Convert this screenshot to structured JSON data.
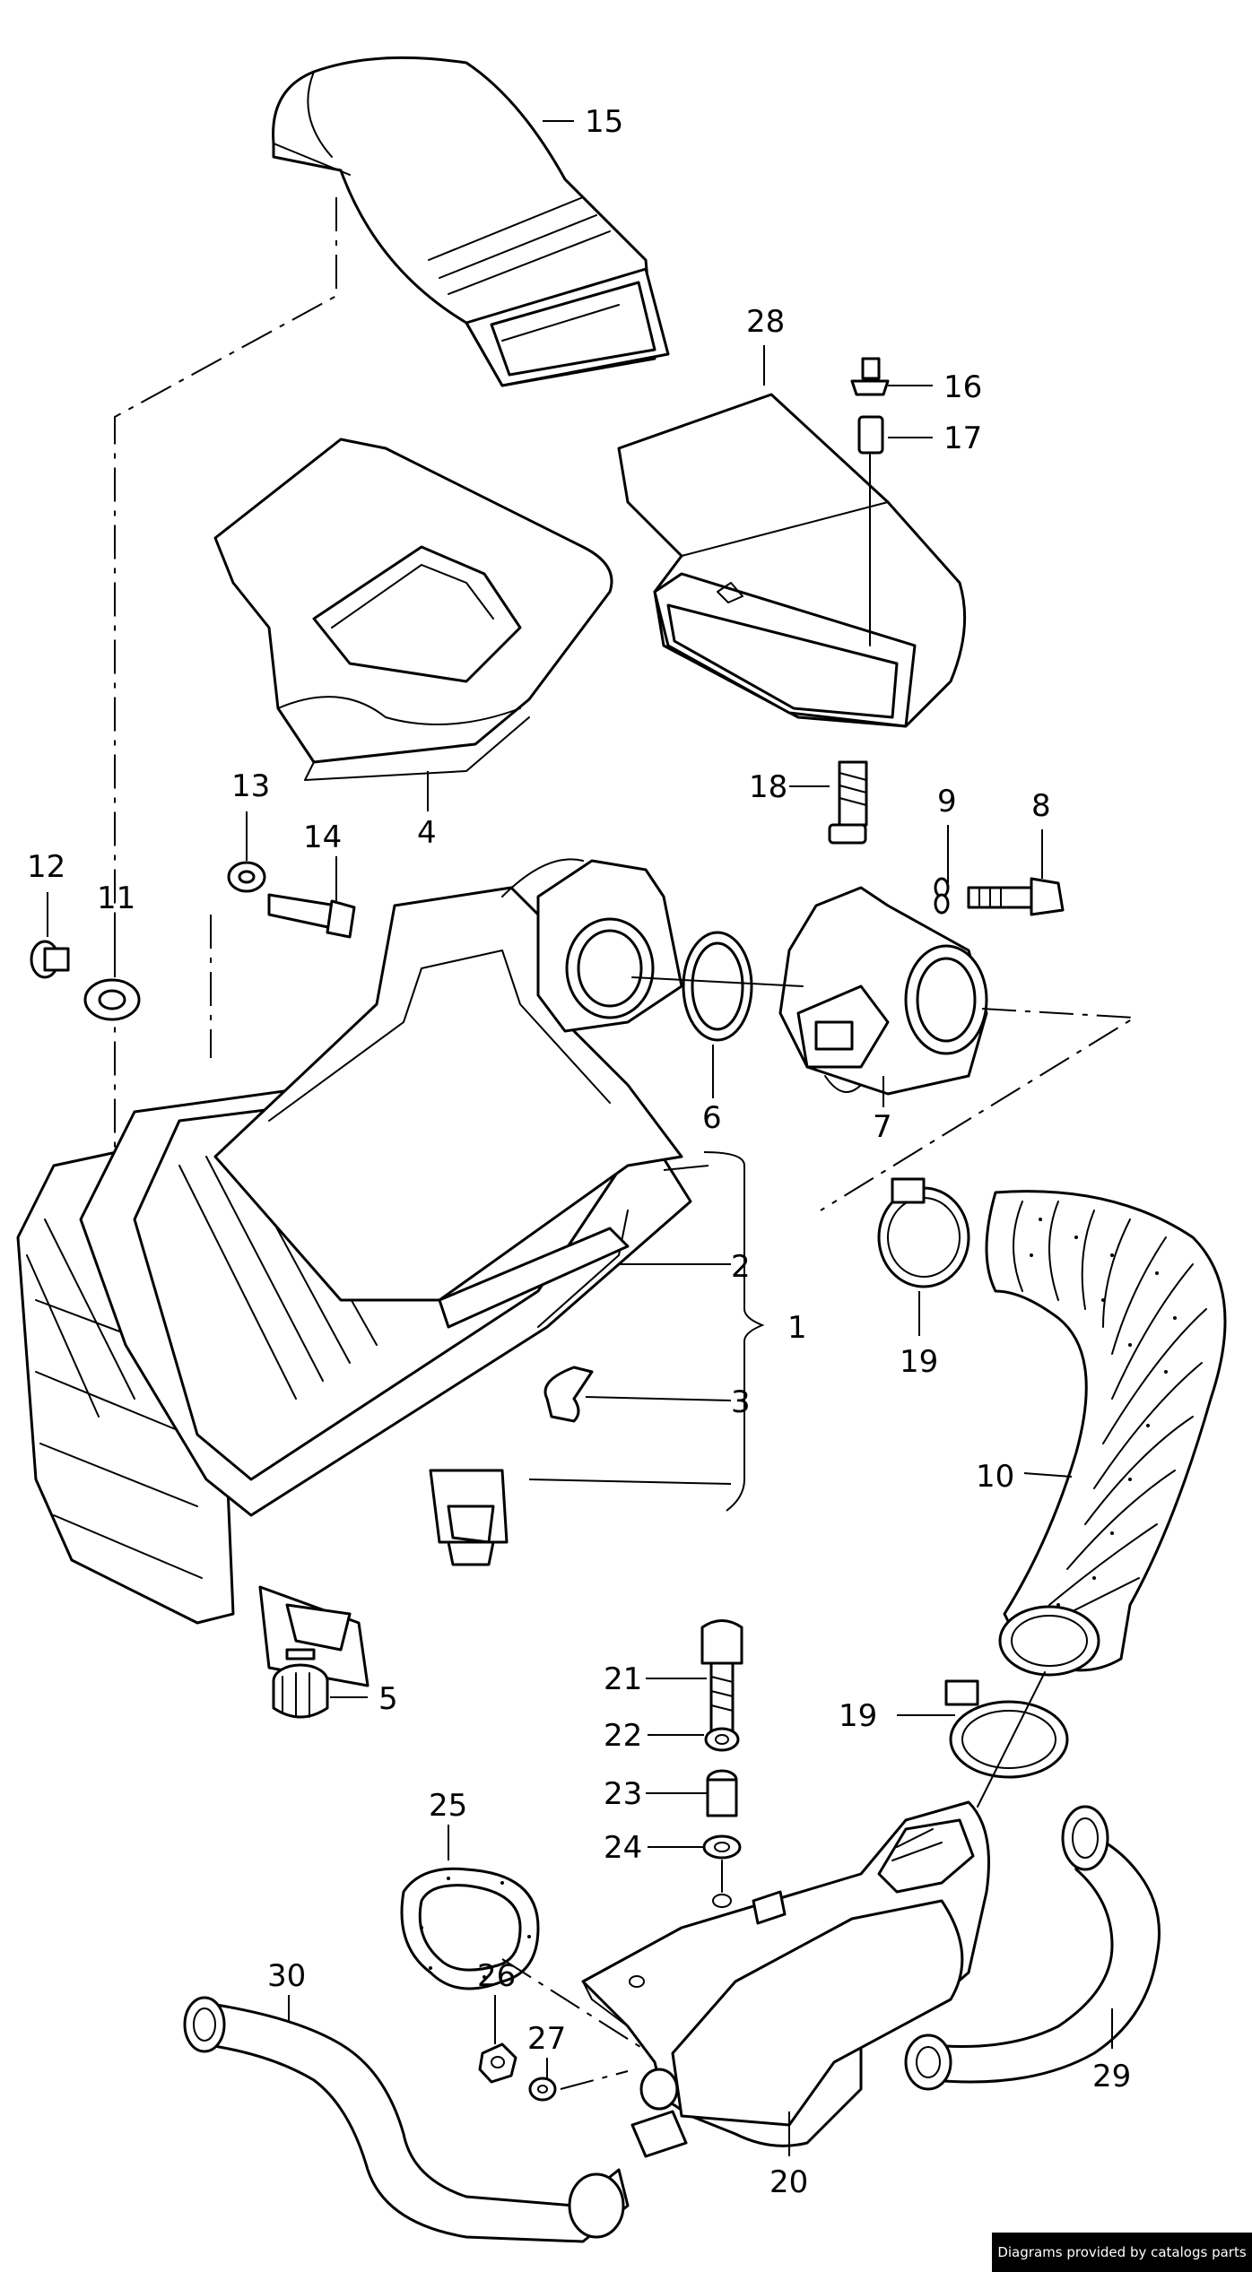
{
  "callouts": [
    {
      "id": "c15",
      "label": "15"
    },
    {
      "id": "c28",
      "label": "28"
    },
    {
      "id": "c16",
      "label": "16"
    },
    {
      "id": "c17",
      "label": "17"
    },
    {
      "id": "c4",
      "label": "4"
    },
    {
      "id": "c18",
      "label": "18"
    },
    {
      "id": "c13",
      "label": "13"
    },
    {
      "id": "c14",
      "label": "14"
    },
    {
      "id": "c9",
      "label": "9"
    },
    {
      "id": "c8",
      "label": "8"
    },
    {
      "id": "c12",
      "label": "12"
    },
    {
      "id": "c11",
      "label": "11"
    },
    {
      "id": "c6",
      "label": "6"
    },
    {
      "id": "c7",
      "label": "7"
    },
    {
      "id": "c2",
      "label": "2"
    },
    {
      "id": "c1",
      "label": "1"
    },
    {
      "id": "c3",
      "label": "3"
    },
    {
      "id": "c19a",
      "label": "19"
    },
    {
      "id": "c10",
      "label": "10"
    },
    {
      "id": "c5",
      "label": "5"
    },
    {
      "id": "c21",
      "label": "21"
    },
    {
      "id": "c22",
      "label": "22"
    },
    {
      "id": "c19b",
      "label": "19"
    },
    {
      "id": "c23",
      "label": "23"
    },
    {
      "id": "c24",
      "label": "24"
    },
    {
      "id": "c25",
      "label": "25"
    },
    {
      "id": "c30",
      "label": "30"
    },
    {
      "id": "c26",
      "label": "26"
    },
    {
      "id": "c27",
      "label": "27"
    },
    {
      "id": "c29",
      "label": "29"
    },
    {
      "id": "c20",
      "label": "20"
    }
  ],
  "credit": "Diagrams provided by catalogs parts"
}
